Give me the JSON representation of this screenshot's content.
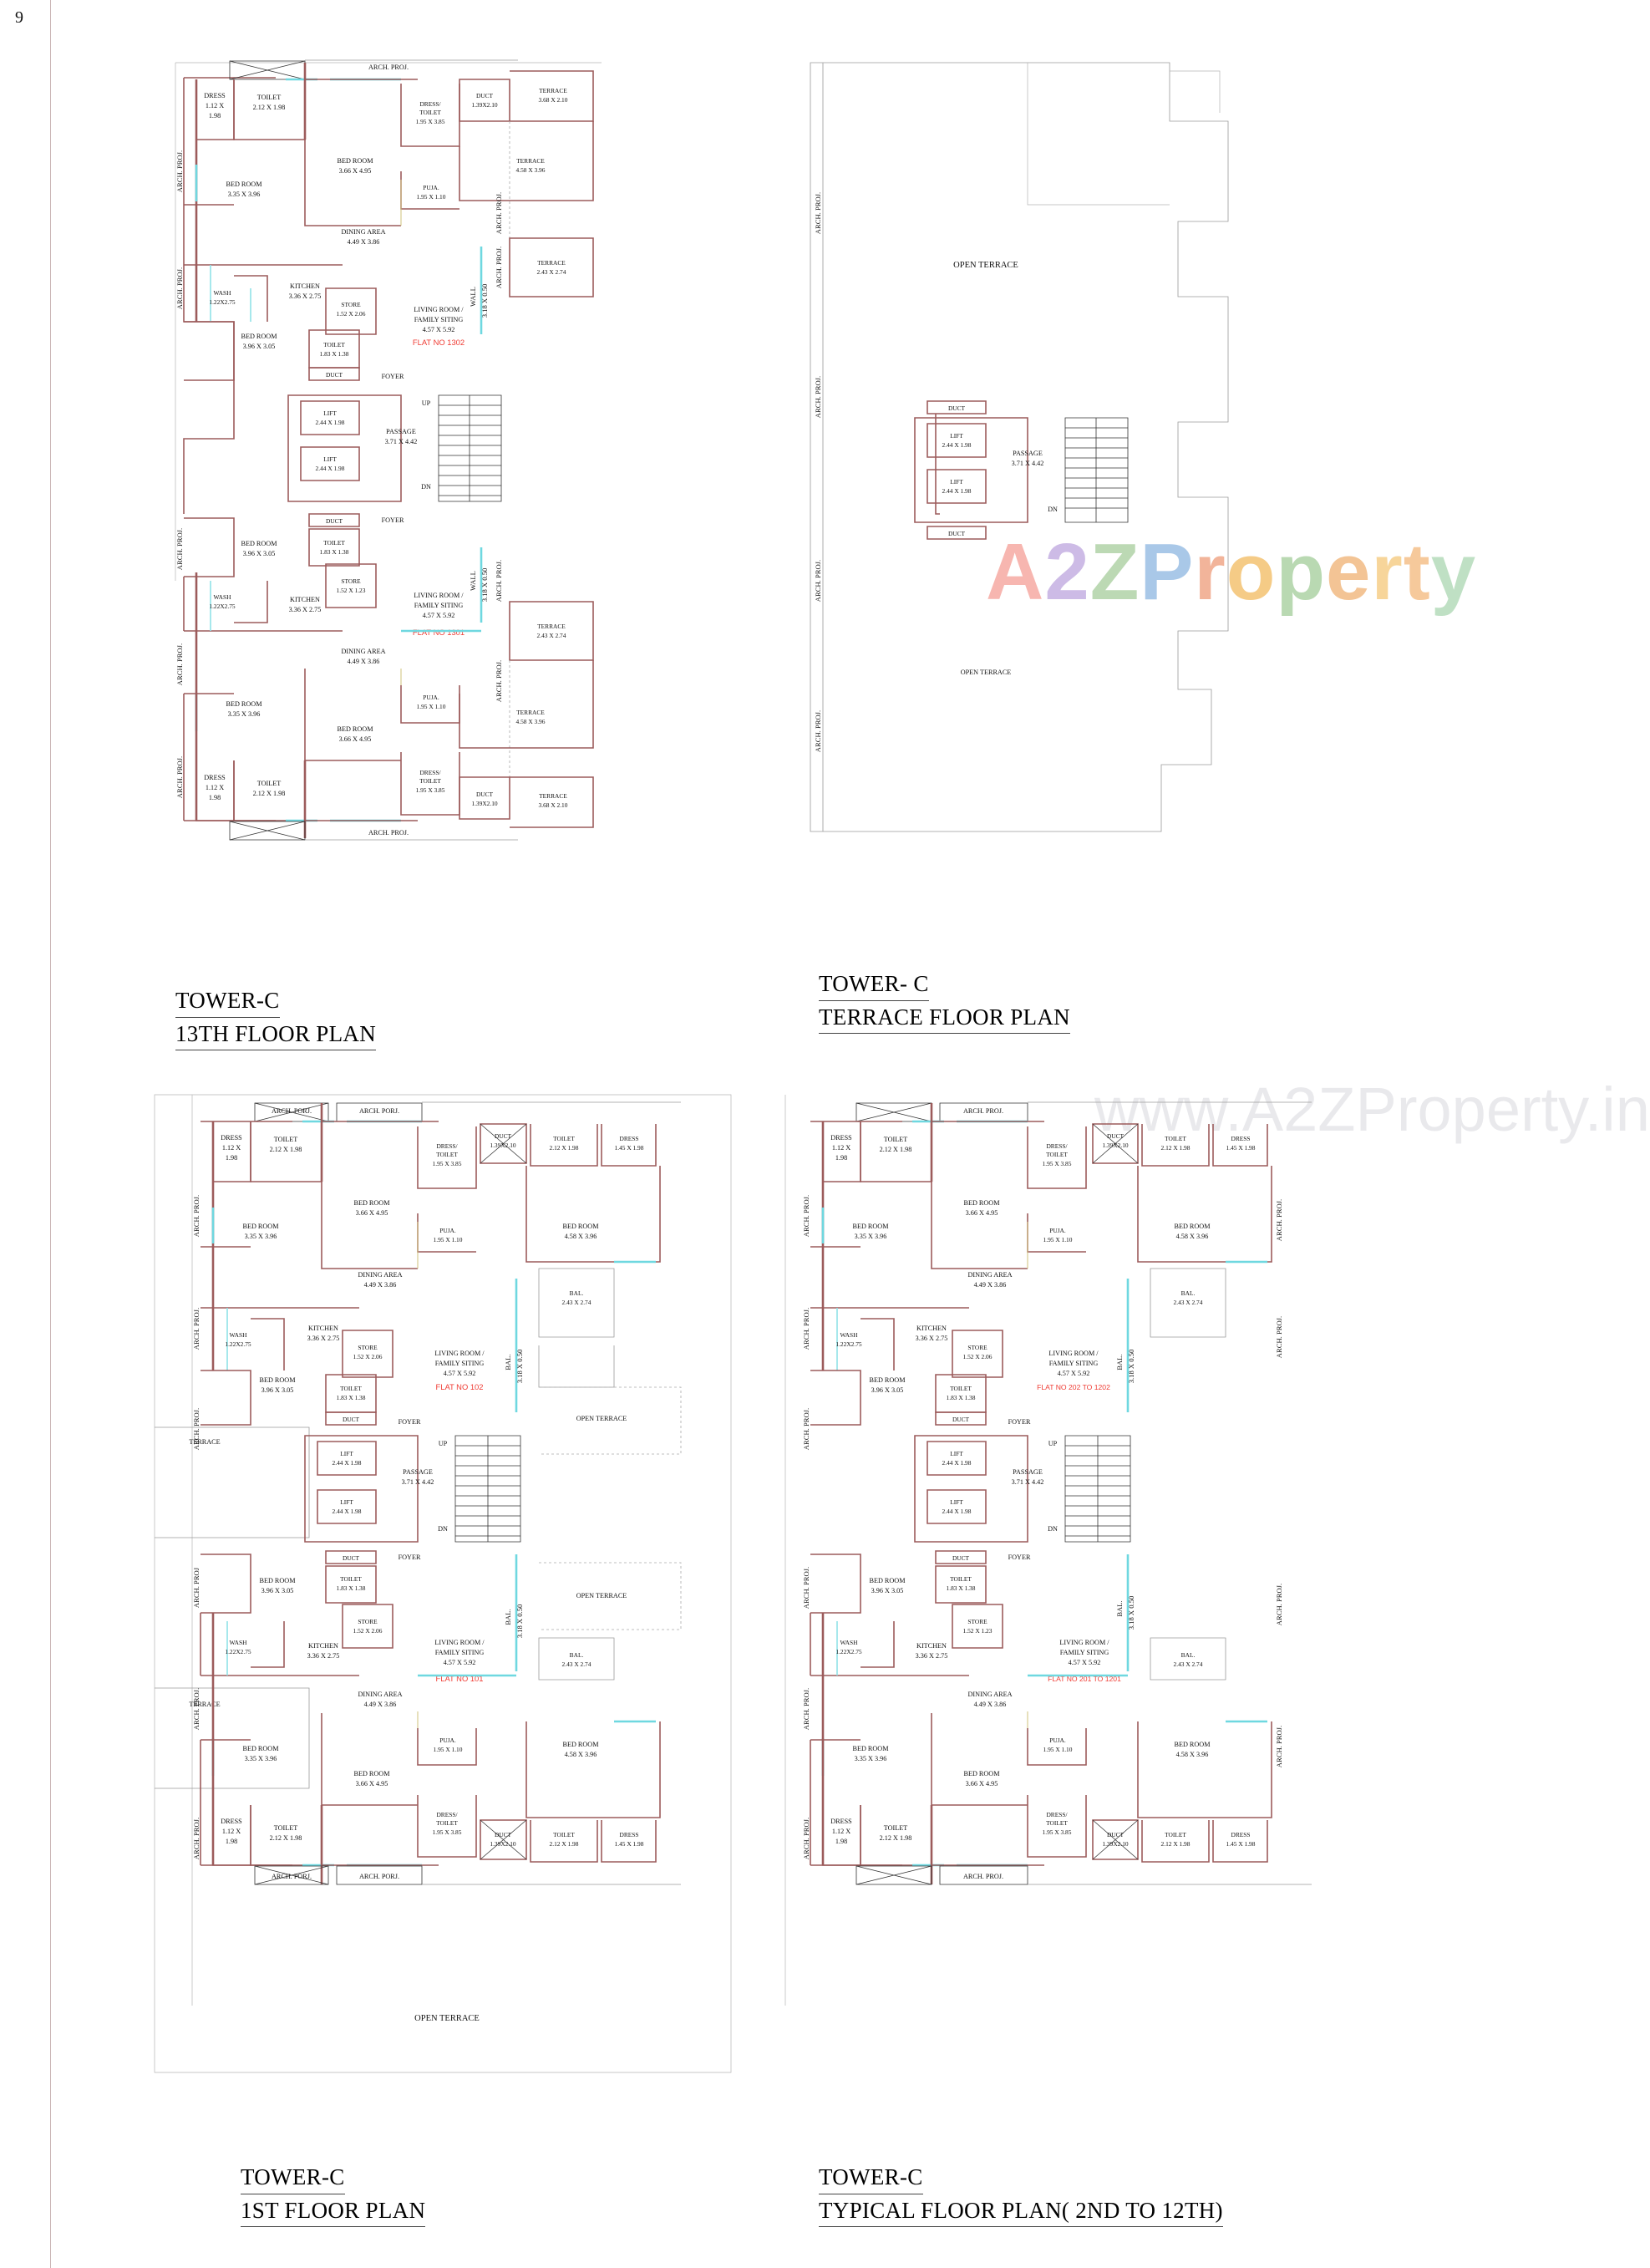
{
  "document": {
    "page_number": "9",
    "watermark_primary": "A2Z Property",
    "watermark_secondary": "www.A2ZProperty.in",
    "colors": {
      "wall": "#9c5b5b",
      "glazing_cyan": "#6fd8e0",
      "flat_no_red": "#ef3b33",
      "accent_yellow": "#cfc07a"
    }
  },
  "plans": [
    {
      "id": "plan-13th-floor",
      "title_line1": "TOWER-C",
      "title_line2": "13TH FLOOR  PLAN",
      "flats": [
        "FLAT NO 1302",
        "FLAT NO 1301"
      ],
      "rooms": [
        {
          "label": "ARCH. PROJ.",
          "dim": ""
        },
        {
          "label": "DRESS",
          "dim": "1.12 X 1.98"
        },
        {
          "label": "TOILET",
          "dim": "2.12 X 1.98"
        },
        {
          "label": "BED ROOM",
          "dim": "3.35 X 3.96"
        },
        {
          "label": "BED ROOM",
          "dim": "3.66 X 4.95"
        },
        {
          "label": "DRESS / TOILET",
          "dim": "1.95 X 3.85"
        },
        {
          "label": "DUCT",
          "dim": "1.39X2.10"
        },
        {
          "label": "TERRACE",
          "dim": "3.68 X 2.10"
        },
        {
          "label": "TERRACE",
          "dim": "4.58 X 3.96"
        },
        {
          "label": "PUJA.",
          "dim": "1.95 X 1.10"
        },
        {
          "label": "DINING AREA",
          "dim": "4.49 X 3.86"
        },
        {
          "label": "KITCHEN",
          "dim": "3.36 X 2.75"
        },
        {
          "label": "WASH",
          "dim": "1.22X2.75"
        },
        {
          "label": "TERRACE",
          "dim": "2.43 X 2.74"
        },
        {
          "label": "STORE",
          "dim": "1.52 X 2.06"
        },
        {
          "label": "LIVING ROOM / FAMILY SITING",
          "dim": "4.57 X 5.92"
        },
        {
          "label": "BED ROOM",
          "dim": "3.96 X 3.05"
        },
        {
          "label": "TOILET",
          "dim": "1.83 X 1.38"
        },
        {
          "label": "FOYER",
          "dim": ""
        },
        {
          "label": "LIFT",
          "dim": "2.44 X 1.98"
        },
        {
          "label": "PASSAGE",
          "dim": "3.71 X 4.42"
        },
        {
          "label": "STORE",
          "dim": "1.52 X 1.23"
        },
        {
          "label": "UP",
          "dim": ""
        },
        {
          "label": "DN",
          "dim": ""
        }
      ]
    },
    {
      "id": "plan-terrace-floor",
      "title_line1": "TOWER- C",
      "title_line2": "TERRACE FLOOR  PLAN",
      "flats": [],
      "rooms": [
        {
          "label": "OPEN TERRACE",
          "dim": ""
        },
        {
          "label": "OPEN TERRACE",
          "dim": ""
        },
        {
          "label": "DUCT",
          "dim": ""
        },
        {
          "label": "DUCT",
          "dim": ""
        },
        {
          "label": "LIFT",
          "dim": "2.44 X 1.98"
        },
        {
          "label": "LIFT",
          "dim": "2.44 X 1.98"
        },
        {
          "label": "PASSAGE",
          "dim": "3.71 X 4.42"
        },
        {
          "label": "ARCH. PROJ.",
          "dim": ""
        },
        {
          "label": "DN",
          "dim": ""
        }
      ]
    },
    {
      "id": "plan-1st-floor",
      "title_line1": "TOWER-C",
      "title_line2": "1ST FLOOR  PLAN",
      "flats": [
        "FLAT NO 102",
        "FLAT NO 101"
      ],
      "rooms": [
        {
          "label": "ARCH. PORJ.",
          "dim": ""
        },
        {
          "label": "ARCH. PORJ.",
          "dim": ""
        },
        {
          "label": "DRESS",
          "dim": "1.12 X 1.98"
        },
        {
          "label": "TOILET",
          "dim": "2.12 X 1.98"
        },
        {
          "label": "BED ROOM",
          "dim": "3.35 X 3.96"
        },
        {
          "label": "BED ROOM",
          "dim": "3.66 X 4.95"
        },
        {
          "label": "DRESS / TOILET",
          "dim": "1.95 X 3.85"
        },
        {
          "label": "DUCT",
          "dim": "1.39X2.10"
        },
        {
          "label": "TOILET",
          "dim": "2.12 X 1.98"
        },
        {
          "label": "DRESS",
          "dim": "1.45 X 1.98"
        },
        {
          "label": "BED ROOM",
          "dim": "4.58 X 3.96"
        },
        {
          "label": "PUJA.",
          "dim": "1.95 X 1.10"
        },
        {
          "label": "DINING AREA",
          "dim": "4.49 X 3.86"
        },
        {
          "label": "KITCHEN",
          "dim": "3.36 X 2.75"
        },
        {
          "label": "WASH",
          "dim": "1.22X2.75"
        },
        {
          "label": "BAL.",
          "dim": "2.43 X 2.74"
        },
        {
          "label": "STORE",
          "dim": "1.52 X 2.06"
        },
        {
          "label": "LIVING ROOM / FAMILY SITING",
          "dim": "4.57 X 5.92"
        },
        {
          "label": "BED ROOM",
          "dim": "3.96 X 3.05"
        },
        {
          "label": "TOILET",
          "dim": "1.83 X 1.38"
        },
        {
          "label": "FOYER",
          "dim": ""
        },
        {
          "label": "BAL.",
          "dim": "3.18 X 0.50"
        },
        {
          "label": "OPEN TERRACE",
          "dim": ""
        },
        {
          "label": "TERRACE",
          "dim": ""
        },
        {
          "label": "LIFT",
          "dim": "2.44 X 1.98"
        },
        {
          "label": "PASSAGE",
          "dim": "3.71 X 4.42"
        },
        {
          "label": "UP",
          "dim": ""
        },
        {
          "label": "DN",
          "dim": ""
        }
      ]
    },
    {
      "id": "plan-typical-floor",
      "title_line1": "TOWER-C",
      "title_line2": "TYPICAL FLOOR  PLAN( 2ND TO 12TH)",
      "flats": [
        "FLAT NO 202 TO 1202",
        "FLAT NO 201 TO 1201"
      ],
      "rooms": [
        {
          "label": "ARCH. PROJ.",
          "dim": ""
        },
        {
          "label": "DRESS",
          "dim": "1.12 X 1.98"
        },
        {
          "label": "TOILET",
          "dim": "2.12 X 1.98"
        },
        {
          "label": "BED ROOM",
          "dim": "3.35 X 3.96"
        },
        {
          "label": "BED ROOM",
          "dim": "3.66 X 4.95"
        },
        {
          "label": "DRESS / TOILET",
          "dim": "1.95 X 3.85"
        },
        {
          "label": "DUCT",
          "dim": "1.39X2.10"
        },
        {
          "label": "TOILET",
          "dim": "2.12 X 1.98"
        },
        {
          "label": "DRESS",
          "dim": "1.45 X 1.98"
        },
        {
          "label": "BED ROOM",
          "dim": "4.58 X 3.96"
        },
        {
          "label": "PUJA.",
          "dim": "1.95 X 1.10"
        },
        {
          "label": "DINING AREA",
          "dim": "4.49 X 3.86"
        },
        {
          "label": "KITCHEN",
          "dim": "3.36 X 2.75"
        },
        {
          "label": "WASH",
          "dim": "1.22X2.75"
        },
        {
          "label": "BAL.",
          "dim": "2.43 X 2.74"
        },
        {
          "label": "STORE",
          "dim": "1.52 X 2.06"
        },
        {
          "label": "LIVING ROOM / FAMILY SITING",
          "dim": "4.57 X 5.92"
        },
        {
          "label": "BED ROOM",
          "dim": "3.96 X 3.05"
        },
        {
          "label": "TOILET",
          "dim": "1.83 X 1.38"
        },
        {
          "label": "FOYER",
          "dim": ""
        },
        {
          "label": "BAL.",
          "dim": "3.18 X 0.50"
        },
        {
          "label": "ARCH. PROJ.",
          "dim": ""
        },
        {
          "label": "STORE",
          "dim": "1.52 X 1.23"
        },
        {
          "label": "LIFT",
          "dim": "2.44 X 1.98"
        },
        {
          "label": "PASSAGE",
          "dim": "3.71 X 4.42"
        },
        {
          "label": "UP",
          "dim": ""
        },
        {
          "label": "DN",
          "dim": ""
        }
      ]
    }
  ],
  "labels": {
    "arch_proj": "ARCH. PROJ.",
    "arch_porj": "ARCH. PORJ.",
    "arch_proj_v": "ARCH. PROJ.",
    "dress": "DRESS",
    "dress_dim_a": "1.12 X",
    "dress_dim_b": "1.98",
    "dress2_dim": "1.45 X 1.98",
    "toilet": "TOILET",
    "toilet_dim": "2.12 X 1.98",
    "toilet_s": "TOILET",
    "toilet_s_dim": "1.83 X 1.38",
    "bedroom": "BED ROOM",
    "bed_a": "3.35 X 3.96",
    "bed_b": "3.66 X 4.95",
    "bed_c": "3.96 X 3.05",
    "bed_d": "4.58 X 3.96",
    "dress_toilet_1": "DRESS/",
    "dress_toilet_2": "TOILET",
    "dress_toilet_dim": "1.95 X 3.85",
    "duct": "DUCT",
    "duct_dim": "1.39X2.10",
    "terrace": "TERRACE",
    "terrace_a": "3.68 X 2.10",
    "terrace_b": "4.58 X 3.96",
    "terrace_c": "2.43 X 2.74",
    "puja": "PUJA.",
    "puja_dim": "1.95 X 1.10",
    "dining": "DINING AREA",
    "dining_dim": "4.49 X 3.86",
    "kitchen": "KITCHEN",
    "kitchen_dim": "3.36 X 2.75",
    "wash": "WASH",
    "wash_dim": "1.22X2.75",
    "store": "STORE",
    "store_dim_a": "1.52 X 2.06",
    "store_dim_b": "1.52 X 1.23",
    "living_1": "LIVING ROOM /",
    "living_2": "FAMILY SITING",
    "living_dim": "4.57 X 5.92",
    "foyer": "FOYER",
    "lift": "LIFT",
    "lift_dim": "2.44 X 1.98",
    "passage": "PASSAGE",
    "passage_dim": "3.71 X 4.42",
    "up": "UP",
    "dn": "DN",
    "open_terrace": "OPEN TERRACE",
    "bal": "BAL.",
    "bal_dim": "2.43 X 2.74",
    "bal_v": "BAL.",
    "bal_v_dim": "3.18 X 0.50",
    "wall_v": "WALL",
    "terrace_plain": "TERRACE"
  }
}
